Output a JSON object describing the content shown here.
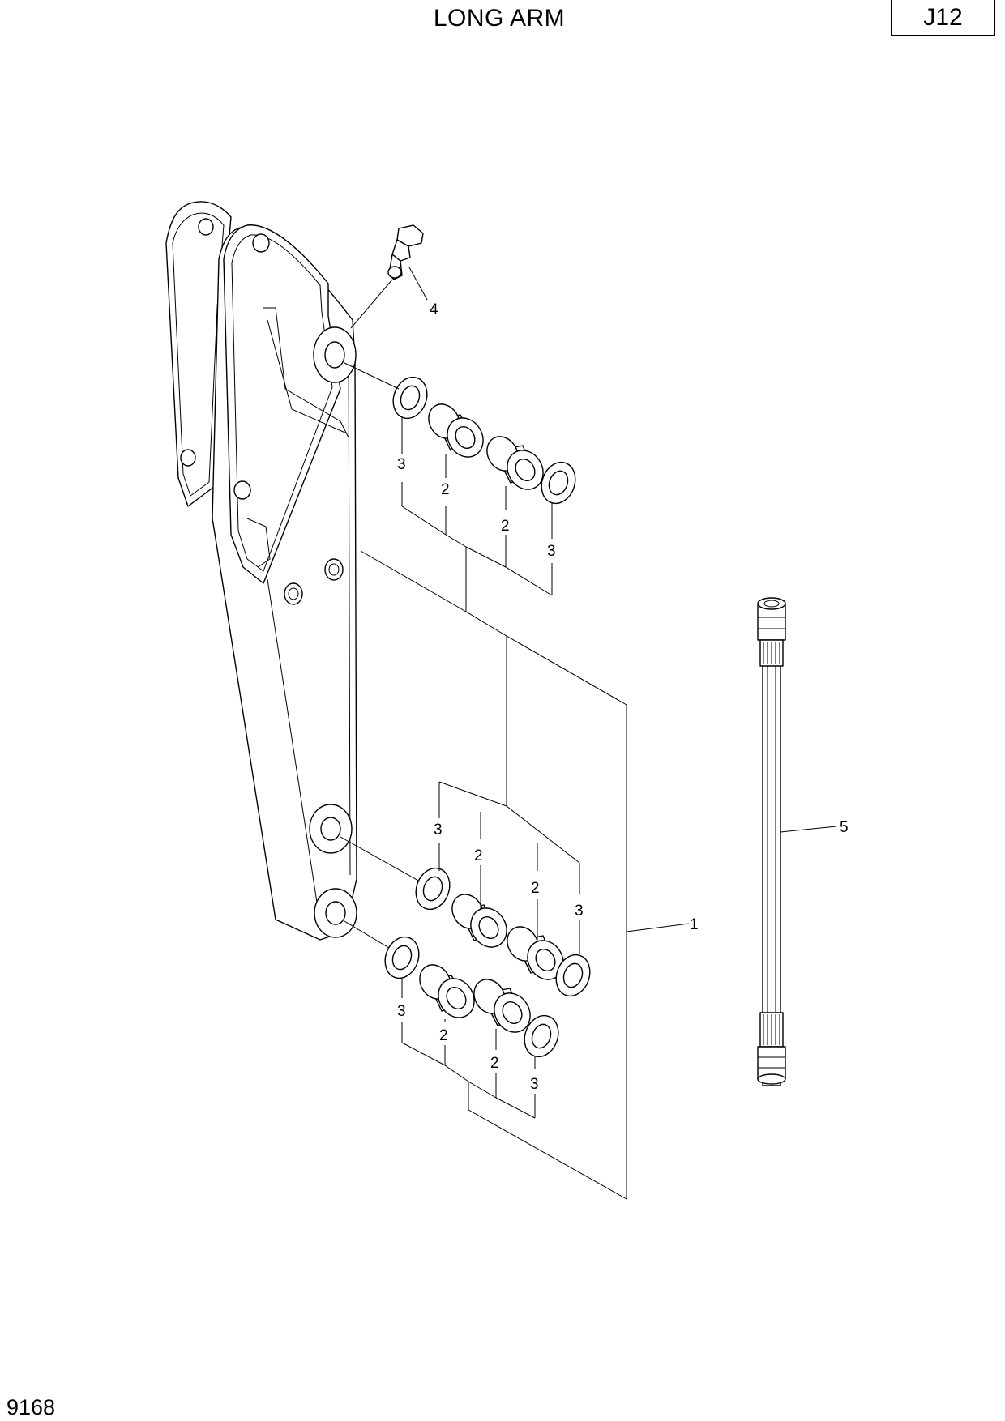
{
  "header": {
    "title": "LONG ARM",
    "page_code": "J12"
  },
  "footer": {
    "doc_number": "9168"
  },
  "callouts": {
    "arm": "1",
    "bushing": "2",
    "shim": "3",
    "grease_nipple": "4",
    "pin": "5"
  }
}
